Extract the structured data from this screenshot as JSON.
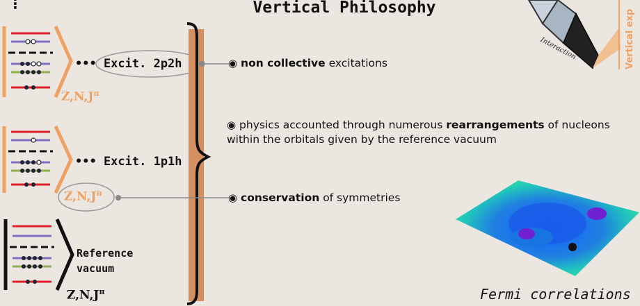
{
  "title": "Vertical Philosophy",
  "dots": "⋮",
  "config1": {
    "label": "••• Excit. 2p2h",
    "qn": "Z,N,J"
  },
  "config2": {
    "label": "••• Excit. 1p1h",
    "qn": "Z,N,J"
  },
  "config3": {
    "label_line1": "Reference",
    "label_line2": "vacuum",
    "qn": "Z,N,J"
  },
  "superscript": "π",
  "bullet": "◉",
  "statements": {
    "s1": {
      "bold": "non collective",
      "rest": " excitations"
    },
    "s2": {
      "pre": "physics accounted through numerous ",
      "bold": "rearrangements",
      "post": " of nucleons within the orbitals given by the reference vacuum"
    },
    "s3": {
      "bold": "conservation",
      "rest": " of symmetries"
    }
  },
  "corner": {
    "interaction": "Interaction",
    "vertical_exp": "Vertical exp"
  },
  "caption": "Fermi correlations",
  "colors": {
    "orange": "#f0a060",
    "red": "#e0202a",
    "purple": "#8070c0",
    "green": "#90b050",
    "brace": "#d49060"
  }
}
